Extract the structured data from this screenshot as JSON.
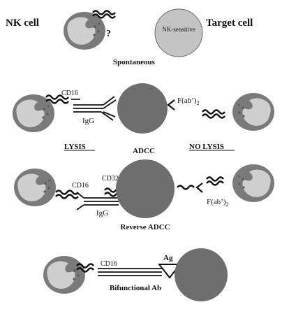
{
  "panels": {
    "spontaneous": {
      "nk_cell_label": "NK cell",
      "target_cell_label": "Target cell",
      "target_inner_label": "NK-sensitive",
      "question_mark": "?",
      "caption": "Spontaneous"
    },
    "adcc": {
      "cd16_label": "CD16",
      "igg_label": "IgG",
      "fab_label": "F(ab’)",
      "fab_subscript": "2",
      "lysis_label": "LYSIS",
      "no_lysis_label": "NO LYSIS",
      "caption": "ADCC"
    },
    "reverse_adcc": {
      "cd16_label": "CD16",
      "cd32_label": "CD32",
      "igg_label": "IgG",
      "fab_label": "F(ab’)",
      "fab_subscript": "2",
      "caption": "Reverse ADCC"
    },
    "bifunctional": {
      "cd16_label": "CD16",
      "ag_label": "Ag",
      "caption": "Bifunctional Ab"
    }
  },
  "colors": {
    "nk_cell_body": "#7a7a7a",
    "nucleus": "#cfcfcf",
    "target_cell_dark": "#6e6e6e",
    "target_cell_light": "#c4c4c4",
    "line": "#111111"
  },
  "icons": [
    "nk-cell",
    "target-cell",
    "receptor-squiggle",
    "antibody",
    "antigen-triangle"
  ]
}
